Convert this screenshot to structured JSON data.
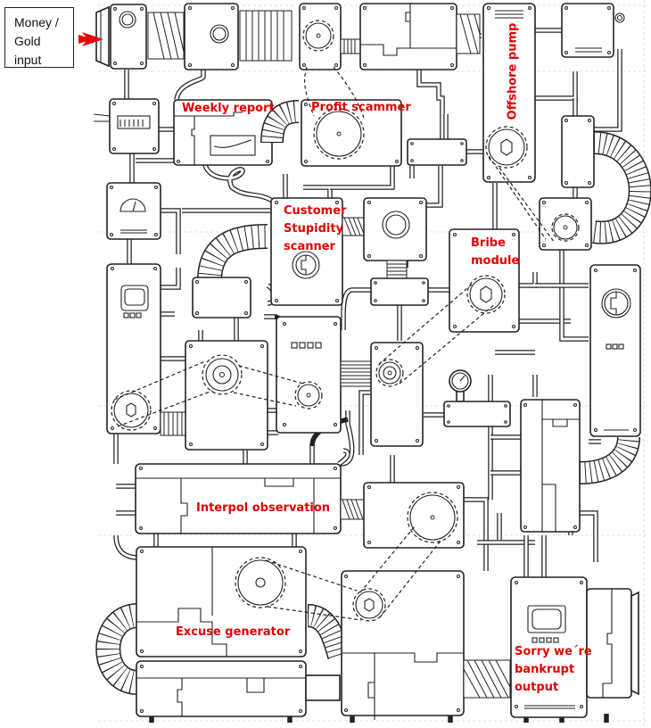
{
  "diagram": {
    "type": "satirical machine schematic",
    "input_label": [
      "Money /",
      "Gold",
      "input"
    ],
    "arrow_color": "#e8000b",
    "label_color": "#e00000",
    "components": [
      {
        "id": "weekly-report",
        "label": "Weekly report"
      },
      {
        "id": "profit-scammer",
        "label": "Profit scammer"
      },
      {
        "id": "offshore-pump",
        "label": "Offshore pump"
      },
      {
        "id": "customer-stupidity-scanner",
        "label_lines": [
          "Customer",
          "Stupidity",
          "scanner"
        ]
      },
      {
        "id": "bribe-module",
        "label_lines": [
          "Bribe",
          "module"
        ]
      },
      {
        "id": "interpol-observation",
        "label": "Interpol observation"
      },
      {
        "id": "excuse-generator",
        "label": "Excuse generator"
      },
      {
        "id": "bankrupt-output",
        "label_lines": [
          "Sorry we´re",
          "bankrupt",
          "output"
        ]
      }
    ]
  }
}
